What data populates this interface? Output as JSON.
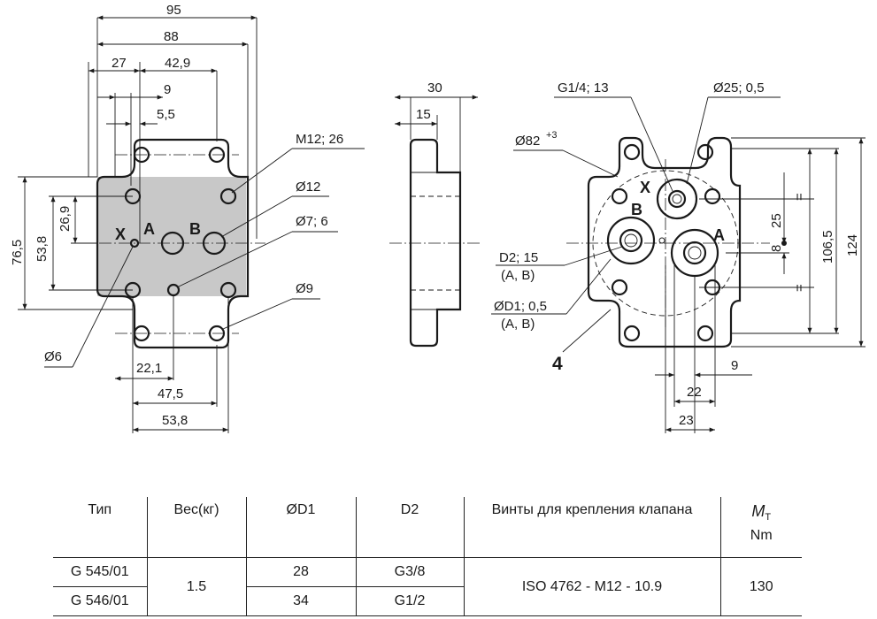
{
  "drawing": {
    "front_view": {
      "dims_top": [
        "95",
        "88",
        "27",
        "42,9",
        "9",
        "5,5"
      ],
      "dims_left": [
        "76,5",
        "53,8",
        "26,9"
      ],
      "dims_bottom": [
        "22,1",
        "47,5",
        "53,8"
      ],
      "callouts": [
        "M12; 26",
        "Ø12",
        "Ø7; 6",
        "Ø9",
        "Ø6"
      ],
      "port_labels": [
        "X",
        "A",
        "B"
      ]
    },
    "side_view": {
      "dims": [
        "30",
        "15"
      ]
    },
    "port_view": {
      "callouts_top": [
        "G1/4; 13",
        "Ø25; 0,5"
      ],
      "callout_82": "Ø82",
      "callout_82_sup": "+3",
      "callout_d2": [
        "D2; 15",
        "(A, B)"
      ],
      "callout_d1": [
        "ØD1; 0,5",
        "(A, B)"
      ],
      "item_number": "4",
      "port_labels": [
        "X",
        "B",
        "A"
      ],
      "dims_right": [
        "=",
        "25",
        "8",
        "=",
        "106,5",
        "124"
      ],
      "dims_bottom": [
        "9",
        "22",
        "23"
      ]
    }
  },
  "table": {
    "headers": {
      "type": "Тип",
      "weight": "Вес(кг)",
      "d1": "ØD1",
      "d2": "D2",
      "screws": "Винты для крепления клапана",
      "mt_symbol": "M",
      "mt_sub": "T",
      "mt_unit": "Nm"
    },
    "rows": [
      {
        "type": "G 545/01",
        "d1": "28",
        "d2": "G3/8"
      },
      {
        "type": "G 546/01",
        "d1": "34",
        "d2": "G1/2"
      }
    ],
    "shared": {
      "weight": "1.5",
      "screws": "ISO 4762 - M12 - 10.9",
      "torque": "130"
    }
  }
}
